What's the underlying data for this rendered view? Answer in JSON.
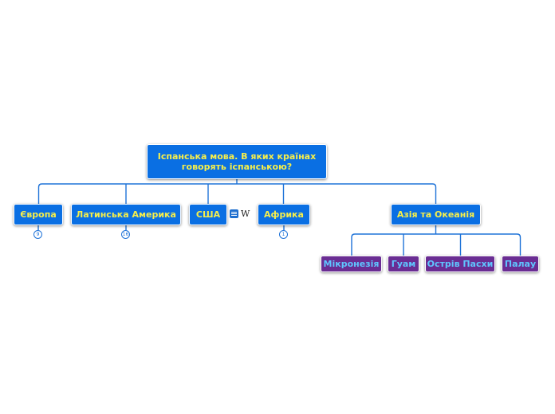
{
  "mindmap": {
    "root": {
      "label": "Іспанська мова. В яких країнах говорять іспанською?"
    },
    "branches": [
      {
        "label": "Європа",
        "count": "9"
      },
      {
        "label": "Латинська Америка",
        "count": "16"
      },
      {
        "label": "США"
      },
      {
        "label": "Африка",
        "count": "1"
      },
      {
        "label": "Азія та Океанія"
      }
    ],
    "asia_children": [
      {
        "label": "Мікронезія"
      },
      {
        "label": "Гуам"
      },
      {
        "label": "Острів Пасхи"
      },
      {
        "label": "Палау"
      }
    ],
    "usa_icons": {
      "note": "note-icon",
      "wiki": "W"
    }
  },
  "colors": {
    "connector": "#1f73d8",
    "branch_bg": "#0a6fe3",
    "branch_text": "#f7ef4a",
    "leaf_bg": "#6a2d93",
    "leaf_text": "#5fc6ff"
  }
}
